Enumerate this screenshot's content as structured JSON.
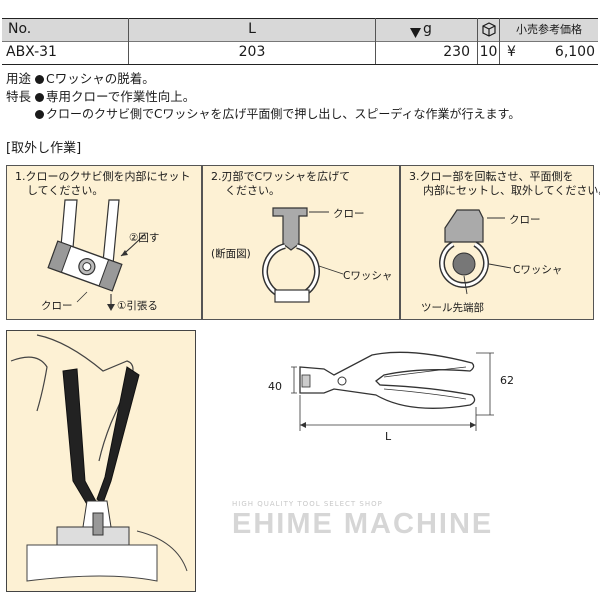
{
  "spec_table": {
    "headers": {
      "no": "No.",
      "length": "L",
      "weight": "g",
      "price": "小売参考価格"
    },
    "row": {
      "no": "ABX-31",
      "length": "203",
      "weight": "230",
      "pack_qty": "10",
      "currency": "¥",
      "price": "6,100"
    }
  },
  "usage": {
    "label": "用途",
    "text": "Cワッシャの脱着。"
  },
  "features": {
    "label": "特長",
    "items": [
      "専用クローで作業性向上。",
      "クローのクサビ側でCワッシャを広げ平面側で押し出し、スピーディな作業が行えます。"
    ]
  },
  "procedure": {
    "title": "[取外し作業]",
    "steps": [
      {
        "line1": "1.クローのクサビ側を内部にセット",
        "line2": "してください。",
        "labels": {
          "rotate": "②回す",
          "claw": "クロー",
          "pull": "①引張る"
        }
      },
      {
        "line1": "2.刃部でCワッシャを広げて",
        "line2": "ください。",
        "labels": {
          "claw": "クロー",
          "section": "(断面図)",
          "washer": "Cワッシャ"
        }
      },
      {
        "line1": "3.クロー部を回転させ、平面側を",
        "line2": "内部にセットし、取外してください。",
        "labels": {
          "claw": "クロー",
          "washer": "Cワッシャ",
          "tool_tip": "ツール先端部"
        }
      }
    ]
  },
  "dimensions": {
    "height_jaw": "40",
    "height_total": "62",
    "length": "L"
  },
  "brand": {
    "tagline": "HIGH QUALITY TOOL SELECT SHOP",
    "name": "EHIME MACHINE"
  },
  "colors": {
    "panel_bg": "#fdf1d4",
    "header_bg": "#d8d8d8",
    "watermark": "#d6d6d6"
  }
}
